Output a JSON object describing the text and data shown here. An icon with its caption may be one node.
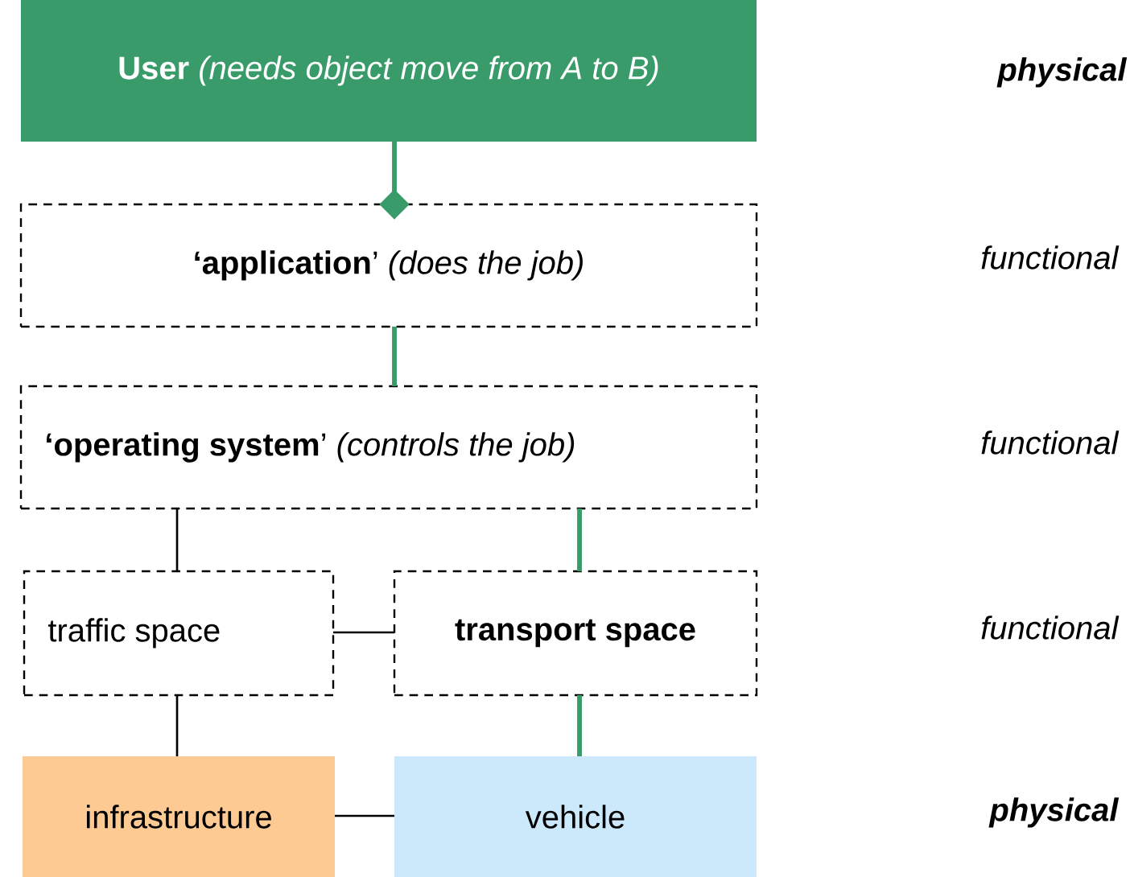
{
  "diagram": {
    "nodes": [
      {
        "text": [
          "**User** *(needs object move from A to B)*"
        ]
      },
      {
        "text": [
          "**‘application**’ *(does the job)*"
        ]
      },
      {
        "text": [
          "**‘operating system**’ *(controls the job)*"
        ]
      },
      {
        "text": [
          "traffic space"
        ]
      },
      {
        "text": [
          "transport  space"
        ]
      },
      {
        "text": [
          "infrastructure"
        ]
      },
      {
        "text": [
          "vehicle"
        ]
      }
    ],
    "edges": [
      {
        "from": 0,
        "to": 1,
        "arrow": "other",
        "style": "thick",
        "color": "#389b69"
      },
      {
        "from": 1,
        "to": 2,
        "arrow": "none",
        "style": "thick",
        "color": "#389b69"
      },
      {
        "from": 2,
        "to": 3,
        "arrow": "none",
        "color": "#000000"
      },
      {
        "from": 2,
        "to": 4,
        "arrow": "none",
        "style": "thick",
        "color": "#389b69"
      },
      {
        "from": 3,
        "to": 4,
        "arrow": "none",
        "color": "#000000"
      },
      {
        "from": 3,
        "to": 5,
        "arrow": "none",
        "color": "#000000"
      },
      {
        "from": 4,
        "to": 6,
        "arrow": "none",
        "style": "thick",
        "color": "#389b69"
      },
      {
        "from": 5,
        "to": 6,
        "arrow": "none",
        "color": "#000000"
      }
    ],
    "labels": [
      "physical",
      "functional",
      "functional",
      "functional",
      "physical"
    ]
  }
}
